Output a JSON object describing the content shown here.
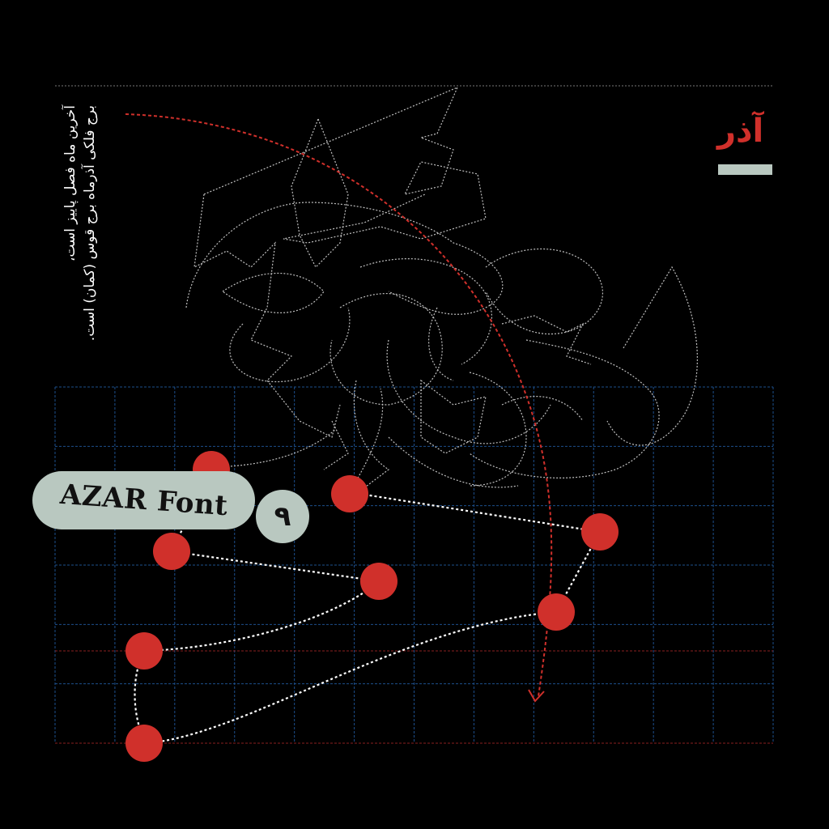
{
  "title": "آذر",
  "description_lines": [
    "آخرین ماه فصل پاییز است،",
    "برج فلکی آذرماه برج قوس (کمان) است."
  ],
  "font_label": "AZAR Font",
  "month_number": "۹",
  "colors": {
    "background": "#000000",
    "accent_red": "#d0302b",
    "pale_green": "#b9c8c0",
    "grid_blue": "#1d4f8c",
    "dotted_white": "#ffffff"
  }
}
